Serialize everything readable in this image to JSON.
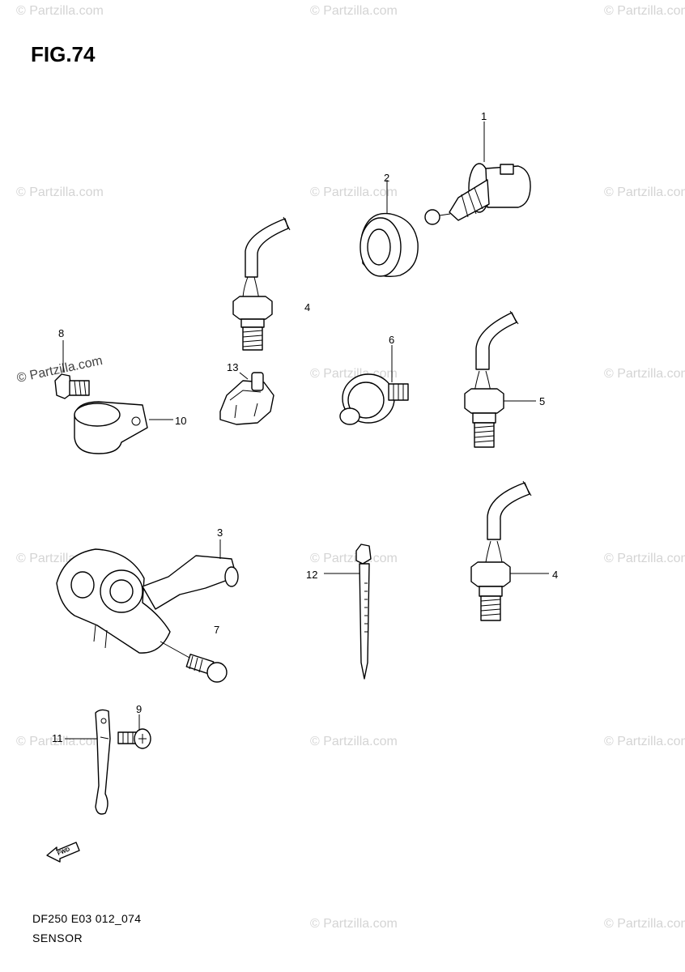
{
  "figure_title": "FIG.74",
  "footer": {
    "code": "DF250 E03 012_074",
    "name": "SENSOR"
  },
  "watermark": "© Partzilla.com",
  "fwd_label": "FWD",
  "callouts": [
    "1",
    "2",
    "4",
    "8",
    "13",
    "6",
    "5",
    "10",
    "3",
    "12",
    "4",
    "7",
    "9",
    "11"
  ]
}
